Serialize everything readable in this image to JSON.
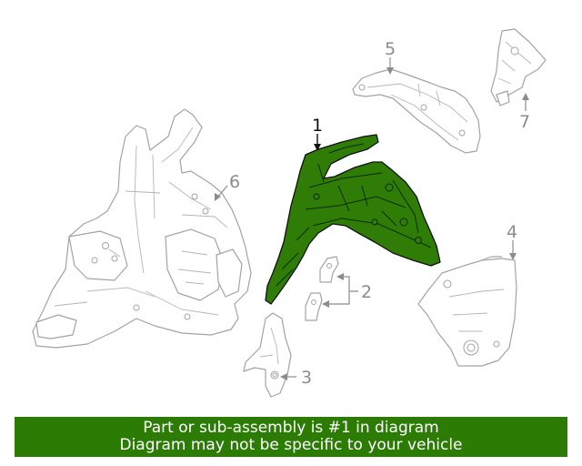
{
  "colors": {
    "highlight": "#2f7d06",
    "banner": "#2b7b05",
    "part_lines": "#a3a3a3",
    "callout_grey": "#8c8c8c",
    "callout_black": "#111111"
  },
  "callouts": {
    "c1": "1",
    "c2": "2",
    "c3": "3",
    "c4": "4",
    "c5": "5",
    "c6": "6",
    "c7": "7"
  },
  "banner": {
    "line1": "Part or sub-assembly is #1 in diagram",
    "line2": "Diagram may not be specific to your vehicle"
  }
}
